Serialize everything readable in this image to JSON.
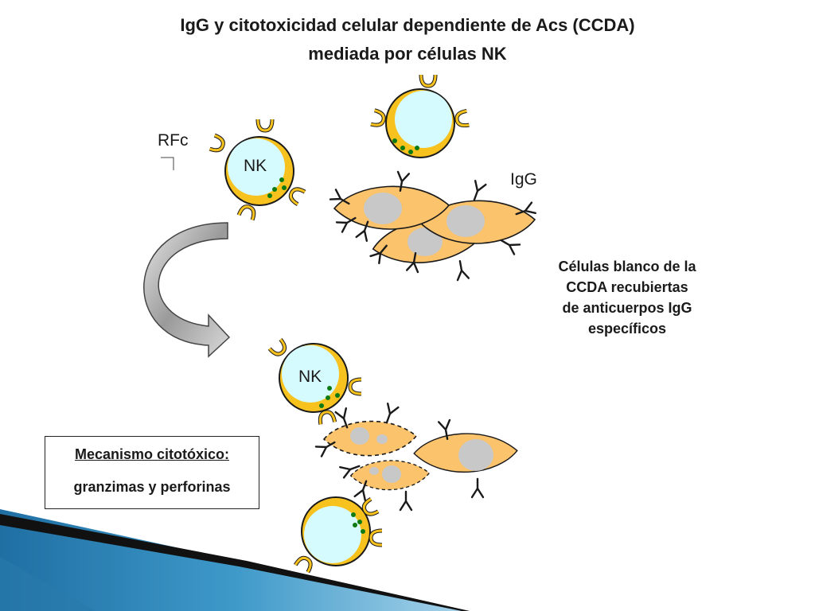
{
  "title": {
    "line1": "IgG y citotoxicidad celular dependiente de Acs (CCDA)",
    "line2": "mediada por células NK"
  },
  "labels": {
    "rfc": "RFc",
    "igg": "IgG",
    "nk_top": "NK",
    "nk_bottom": "NK"
  },
  "targets_caption": [
    "Células blanco de la",
    "CCDA recubiertas",
    "de anticuerpos IgG",
    "específicos"
  ],
  "mechanism": {
    "title": "Mecanismo citotóxico:",
    "body": "granzimas y perforinas"
  },
  "colors": {
    "nk_membrane": "#f7c21e",
    "nk_cytoplasm": "#d6fbff",
    "granule": "#0e7a13",
    "target_cell": "#fbc36b",
    "target_nucleus": "#c8c8c8",
    "arrow": "#8c8c8c",
    "band_blue": "#2f87b9"
  }
}
